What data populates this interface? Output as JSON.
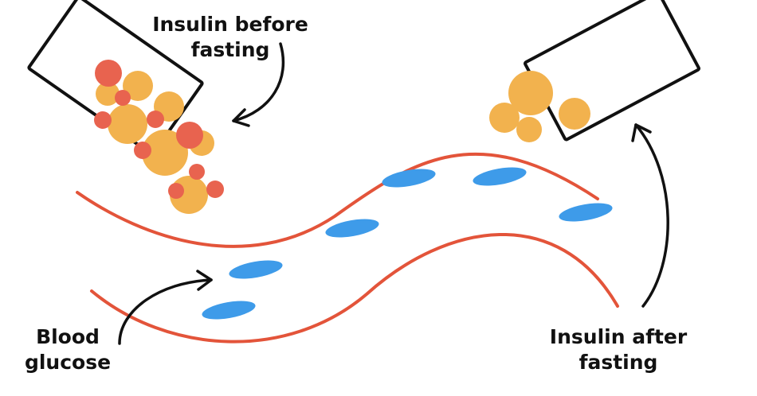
{
  "labels": {
    "insulin_before_line1": "Insulin before",
    "insulin_before_line2": "fasting",
    "blood_glucose_line1": "Blood",
    "blood_glucose_line2": "glucose",
    "insulin_after_line1": "Insulin after",
    "insulin_after_line2": "fasting"
  },
  "colors": {
    "vessel_wall": "#e3543a",
    "glucose": "#3e9be9",
    "insulin_orange": "#f2b24e",
    "insulin_red": "#e8634f",
    "outline": "#111111"
  },
  "icons": {
    "container": "insulin-container-icon",
    "glucose": "glucose-molecule-icon",
    "insulin": "insulin-molecule-icon"
  }
}
